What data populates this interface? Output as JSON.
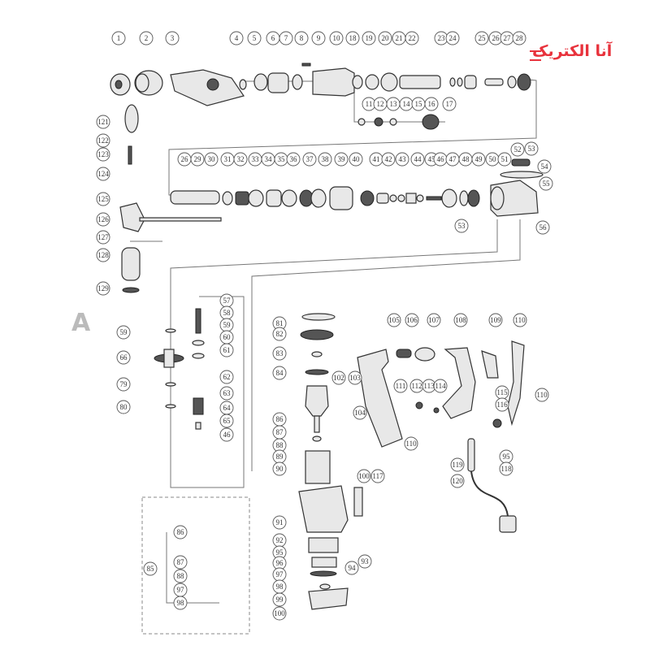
{
  "brand": {
    "logo_text": "آنا الکتریک",
    "logo_color": "#e8323c",
    "watermark": "A"
  },
  "labels": [
    "1",
    "2",
    "3",
    "4",
    "5",
    "6",
    "7",
    "8",
    "9",
    "10",
    "18",
    "19",
    "20",
    "21",
    "22",
    "23",
    "24",
    "25",
    "26",
    "27",
    "28",
    "11",
    "12",
    "13",
    "14",
    "15",
    "16",
    "17",
    "121",
    "122",
    "123",
    "124",
    "125",
    "126",
    "127",
    "128",
    "129",
    "26",
    "29",
    "30",
    "31",
    "32",
    "33",
    "34",
    "35",
    "36",
    "37",
    "38",
    "39",
    "40",
    "41",
    "42",
    "43",
    "44",
    "45",
    "46",
    "47",
    "48",
    "49",
    "50",
    "51",
    "52",
    "53",
    "54",
    "55",
    "53",
    "56",
    "59",
    "66",
    "79",
    "80",
    "57",
    "58",
    "59",
    "60",
    "61",
    "62",
    "63",
    "64",
    "65",
    "46",
    "81",
    "82",
    "83",
    "84",
    "86",
    "87",
    "88",
    "89",
    "90",
    "91",
    "92",
    "95",
    "96",
    "97",
    "98",
    "99",
    "100",
    "100",
    "117",
    "93",
    "94",
    "105",
    "106",
    "107",
    "108",
    "109",
    "110",
    "102",
    "103",
    "104",
    "111",
    "112",
    "113",
    "114",
    "115",
    "116",
    "110",
    "110",
    "95",
    "118",
    "119",
    "120",
    "86",
    "87",
    "88",
    "97",
    "98",
    "85"
  ]
}
